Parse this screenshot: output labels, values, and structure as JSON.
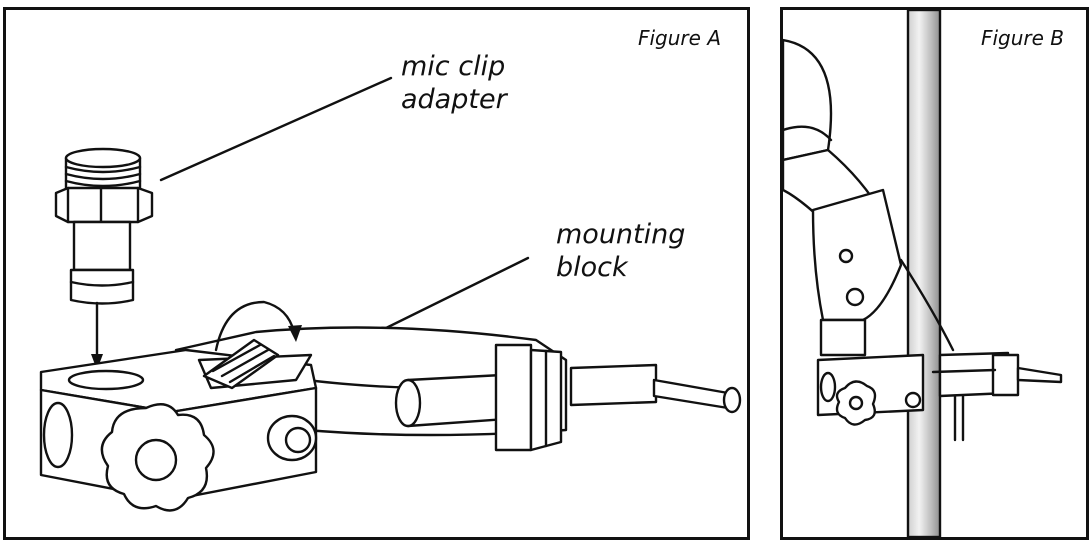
{
  "figures": {
    "a": {
      "title": "Figure A"
    },
    "b": {
      "title": "Figure B"
    }
  },
  "callouts": {
    "mic_clip_adapter": {
      "line1": "mic clip",
      "line2": "adapter"
    },
    "mounting_block": {
      "line1": "mounting",
      "line2": "block"
    }
  },
  "style": {
    "ink_color": "#111111",
    "paper_color": "#ffffff",
    "pole_shade": "#b9b9b9"
  }
}
